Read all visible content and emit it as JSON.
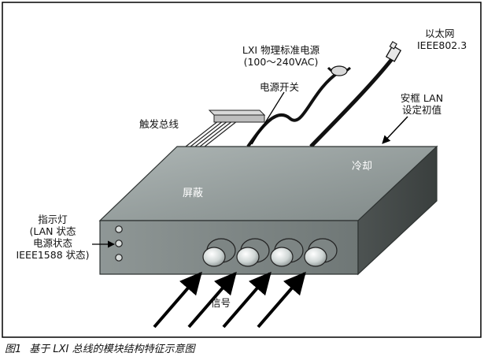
{
  "labels": {
    "lxi_power": [
      "LXI 物理标准电源",
      "(100～240VAC)"
    ],
    "ethernet": [
      "以太网",
      "IEEE802.3"
    ],
    "power_switch": "电源开关",
    "lan_reset": [
      "安框 LAN",
      "设定初值"
    ],
    "trigger_bus": "触发总线",
    "cooling": "冷却",
    "shield": "屏蔽",
    "indicators": [
      "指示灯",
      "(LAN 状态",
      "电源状态",
      "IEEE1588 状态)"
    ],
    "signal": "信号"
  },
  "caption": {
    "figure_number": "图1",
    "text": "基于 LXI 总线的模块结构特征示意图"
  }
}
